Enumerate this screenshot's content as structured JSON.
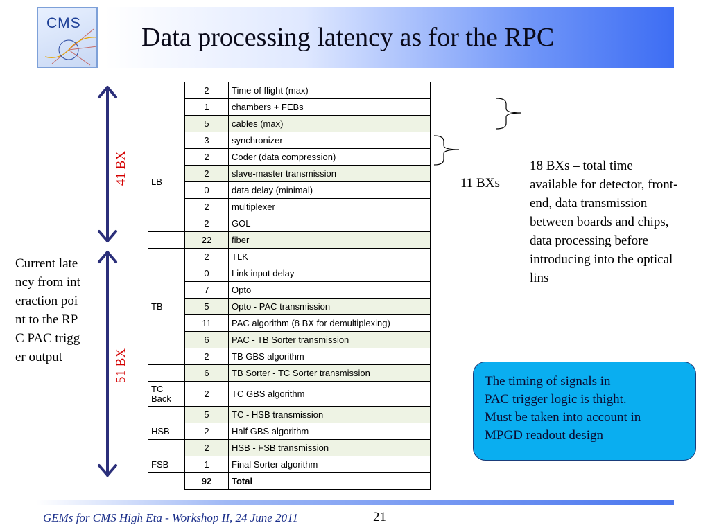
{
  "logo": {
    "text": "CMS"
  },
  "title": "Data processing latency as for the RPC",
  "table": {
    "rows": [
      {
        "group": "",
        "value": "2",
        "desc": "Time of flight (max)",
        "shade": false
      },
      {
        "group": "",
        "value": "1",
        "desc": "chambers + FEBs",
        "shade": false
      },
      {
        "group": "",
        "value": "5",
        "desc": "cables (max)",
        "shade": true
      },
      {
        "group": "LB",
        "value": "3",
        "desc": "synchronizer",
        "shade": false
      },
      {
        "group": "",
        "value": "2",
        "desc": "Coder (data compression)",
        "shade": false
      },
      {
        "group": "",
        "value": "2",
        "desc": "slave-master transmission",
        "shade": true
      },
      {
        "group": "",
        "value": "0",
        "desc": "data delay (minimal)",
        "shade": false
      },
      {
        "group": "",
        "value": "2",
        "desc": "multiplexer",
        "shade": false
      },
      {
        "group": "",
        "value": "2",
        "desc": "GOL",
        "shade": false
      },
      {
        "group": "",
        "value": "22",
        "desc": "fiber",
        "shade": true
      },
      {
        "group": "TB",
        "value": "2",
        "desc": "TLK",
        "shade": false
      },
      {
        "group": "",
        "value": "0",
        "desc": "Link input delay",
        "shade": false
      },
      {
        "group": "",
        "value": "7",
        "desc": "Opto",
        "shade": false
      },
      {
        "group": "",
        "value": "5",
        "desc": "Opto - PAC transmission",
        "shade": true
      },
      {
        "group": "",
        "value": "11",
        "desc": "PAC algorithm (8 BX for demultiplexing)",
        "shade": false
      },
      {
        "group": "",
        "value": "6",
        "desc": "PAC - TB Sorter transmission",
        "shade": true
      },
      {
        "group": "",
        "value": "2",
        "desc": "TB GBS algorithm",
        "shade": false
      },
      {
        "group": "",
        "value": "6",
        "desc": "TB Sorter - TC Sorter transmission",
        "shade": true
      },
      {
        "group": "TC Back",
        "value": "2",
        "desc": "TC GBS algorithm",
        "shade": false
      },
      {
        "group": "",
        "value": "5",
        "desc": "TC - HSB transmission",
        "shade": true
      },
      {
        "group": "HSB",
        "value": "2",
        "desc": "Half GBS algorithm",
        "shade": false
      },
      {
        "group": "",
        "value": "2",
        "desc": "HSB - FSB transmission",
        "shade": true
      },
      {
        "group": "FSB",
        "value": "1",
        "desc": "Final Sorter algorithm",
        "shade": false
      },
      {
        "group": "",
        "value": "92",
        "desc": "Total",
        "shade": false
      }
    ]
  },
  "labels": {
    "bx41": "41 BX",
    "bx51": "51 BX",
    "bxs11": "11 BXs",
    "left_note": "Current latency from interaction point to the RPC PAC trigger output",
    "right_note": "18 BXs – total time available for detector, front-end, data transmission between boards and chips, data processing before introducing into the optical lins"
  },
  "callout": {
    "line1": "The timing of signals in",
    "line2": "PAC trigger logic is thight.",
    "line3": "Must be taken  into account  in",
    "line4": "MPGD readout design"
  },
  "footer": {
    "text": "GEMs for CMS High Eta - Workshop II, 24 June 2011",
    "page": "21"
  },
  "colors": {
    "arrow": "#2b2f7a",
    "bx_label": "#d40000",
    "callout_bg": "#0aaef0"
  }
}
